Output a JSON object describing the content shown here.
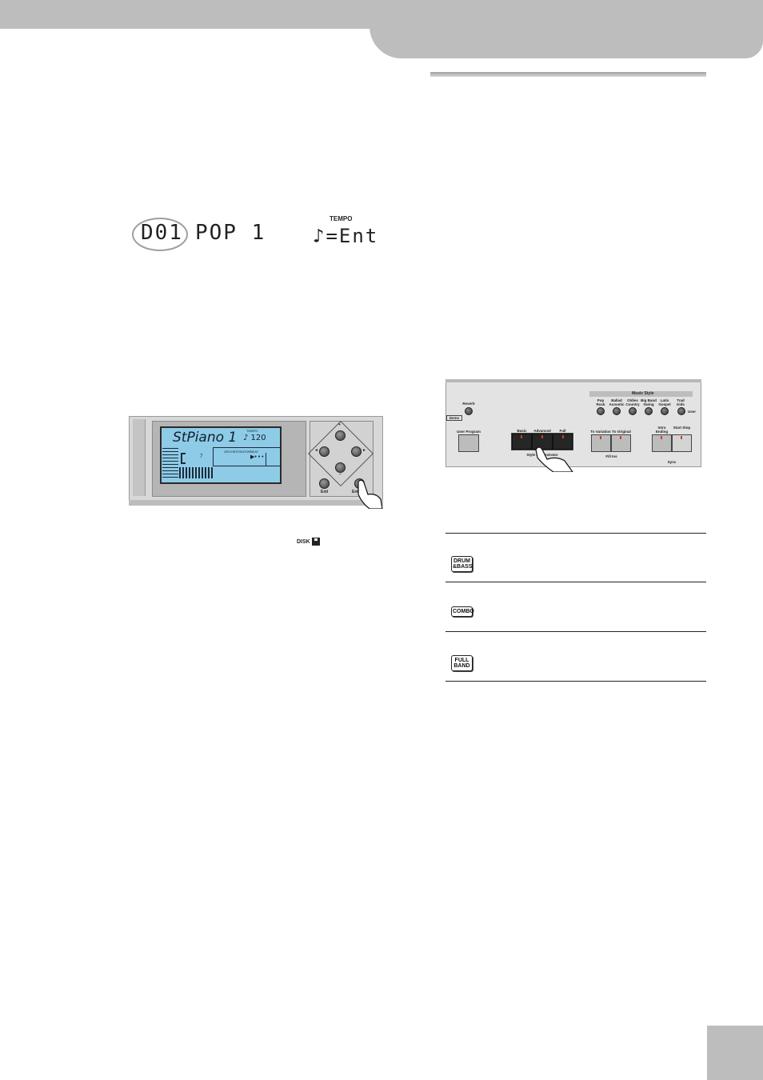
{
  "lcd": {
    "style_number": "D01",
    "style_name": "POP 1",
    "tempo_label": "TEMPO",
    "tempo_value": "♪=Ent"
  },
  "panel_display": {
    "screen_text": "StPiano 1",
    "tempo_label": "TEMPO",
    "tempo_value": "♪ 120",
    "orchestrator_label": "ORCHESTRATOR",
    "beat_label": "BEAT",
    "beat_arrow": "▶• • •",
    "value_7": "7",
    "plus": "+",
    "minus": "–",
    "left_arrow": "◄",
    "right_arrow": "►",
    "exit_label": "Exit",
    "enter_label": "Enter"
  },
  "disk": {
    "label": "DISK"
  },
  "style_panel": {
    "music_style_label": "Music Style",
    "reverb_label": "Reverb",
    "demo_label": "Demo",
    "user_label": "User",
    "style_buttons": [
      "Pop Rock",
      "Ballad Acoustic",
      "Oldies Country",
      "Big Band Swing",
      "Latin Gospel",
      "Trad Kids"
    ],
    "user_program_label": "User Program",
    "basic_label": "Basic",
    "advanced_label": "Advanced",
    "full_label": "Full",
    "style_group_label": "Style Orchestrator",
    "to_variation_label": "To Variation",
    "to_original_label": "To Original",
    "fill_ins_label": "Fill Ins",
    "intro_ending_label": "Intro Ending",
    "start_stop_label": "Start Stop",
    "sync_label": "Sync"
  },
  "orchestrator_badges": [
    {
      "line1": "DRUM",
      "line2": "&BASS"
    },
    {
      "line1": "COMBO",
      "line2": ""
    },
    {
      "line1": "FULL",
      "line2": "BAND"
    }
  ],
  "colors": {
    "header_gray": "#bdbdbd",
    "lcd_blue": "#8ecbe6",
    "led_red": "#d23a2a"
  }
}
